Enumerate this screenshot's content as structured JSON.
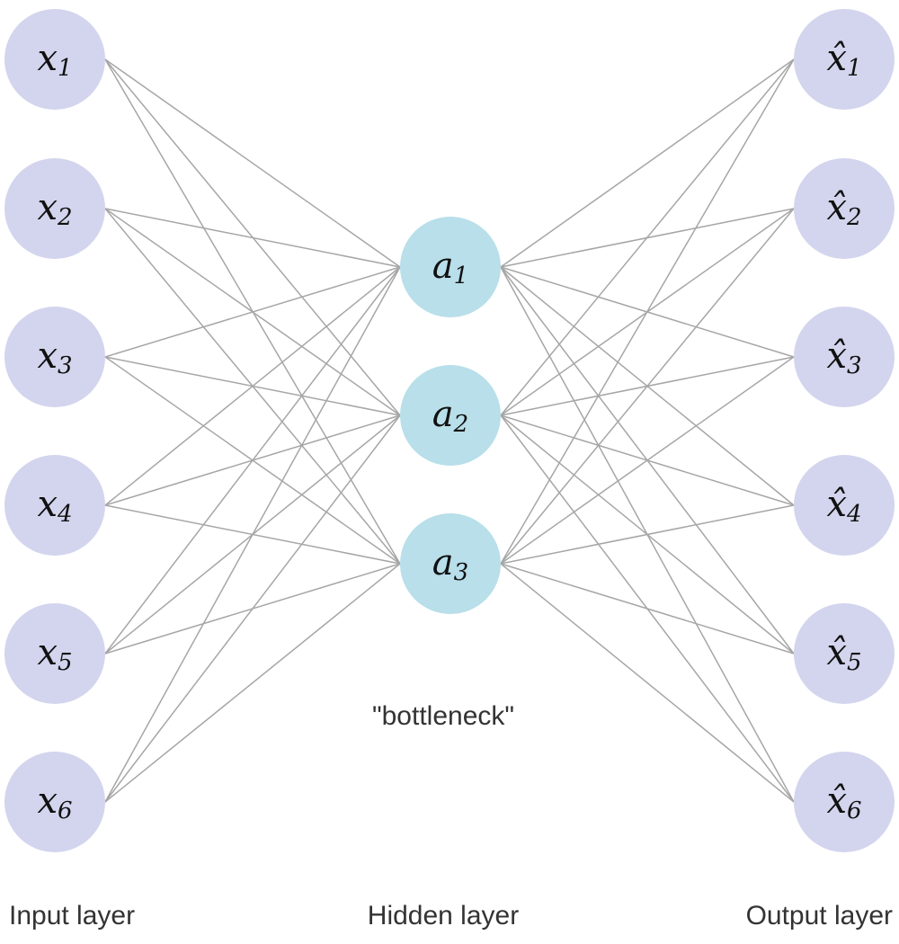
{
  "colors": {
    "io_node": "#d3d5ee",
    "hidden_node": "#b8dfea",
    "edge": "#a6a6a6"
  },
  "input_nodes": [
    {
      "base": "x",
      "sub": "1"
    },
    {
      "base": "x",
      "sub": "2"
    },
    {
      "base": "x",
      "sub": "3"
    },
    {
      "base": "x",
      "sub": "4"
    },
    {
      "base": "x",
      "sub": "5"
    },
    {
      "base": "x",
      "sub": "6"
    }
  ],
  "hidden_nodes": [
    {
      "base": "a",
      "sub": "1"
    },
    {
      "base": "a",
      "sub": "2"
    },
    {
      "base": "a",
      "sub": "3"
    }
  ],
  "output_nodes": [
    {
      "base": "x̂",
      "sub": "1"
    },
    {
      "base": "x̂",
      "sub": "2"
    },
    {
      "base": "x̂",
      "sub": "3"
    },
    {
      "base": "x̂",
      "sub": "4"
    },
    {
      "base": "x̂",
      "sub": "5"
    },
    {
      "base": "x̂",
      "sub": "6"
    }
  ],
  "bottleneck_label": "\"bottleneck\"",
  "captions": {
    "input": "Input layer",
    "hidden": "Hidden layer",
    "output": "Output layer"
  }
}
